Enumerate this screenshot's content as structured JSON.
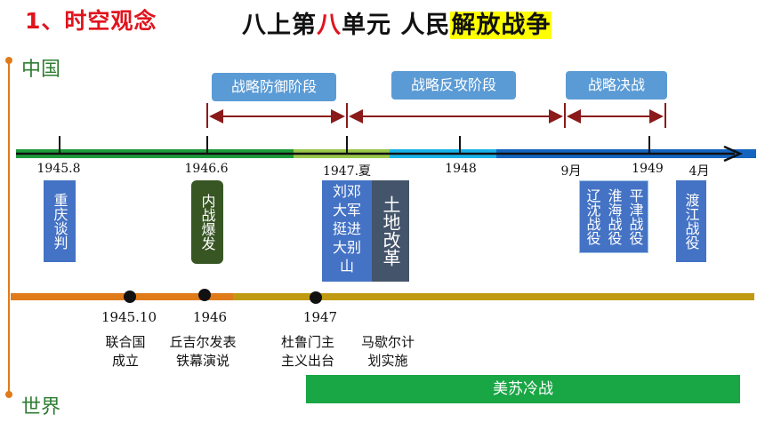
{
  "section_title": "1、时空观念",
  "main_title": {
    "part1": "八上第",
    "highlight_red": "八",
    "part2": "单元  人民",
    "highlight_yellow": "解放战争"
  },
  "china_label": "中国",
  "world_label": "世界",
  "phases": [
    "战略防御阶段",
    "战略反攻阶段",
    "战略决战"
  ],
  "china_dates": [
    "1945.8",
    "1946.6",
    "1947.夏",
    "1948",
    "9月",
    "1949",
    "4月"
  ],
  "china_events": {
    "chongqing": "重庆谈判",
    "civil_war": "内战爆发",
    "dabie": [
      "刘邓",
      "大军",
      "挺进",
      "大别",
      "山"
    ],
    "land_reform": "土地改革",
    "liaoshen": "辽沈战役",
    "huaihai": "淮海战役",
    "pingjin": "平津战役",
    "crossing": "渡江战役"
  },
  "world_dates": [
    "1945.10",
    "1946",
    "1947"
  ],
  "world_events": {
    "un": "联合国\n成立",
    "churchill": "丘吉尔发表\n铁幕演说",
    "truman": "杜鲁门主\n主义出台",
    "marshall": "马歇尔计\n划实施",
    "cold_war": "美苏冷战"
  },
  "colors": {
    "title_red": "#e0141e",
    "phase_blue": "#5b9bd5",
    "arrow_darkred": "#8b1a1a",
    "world_orange": "#e07b1a",
    "world_gold": "#c09a12",
    "cold_war_green": "#19a645",
    "axis_green": "#1e9a3a",
    "axis_lightgreen": "#99c74a",
    "axis_lightblue": "#1ab2e8",
    "axis_blue": "#1565c0"
  },
  "icons": [
    "timeline-arrow-icon",
    "double-headed-arrow-icon"
  ]
}
